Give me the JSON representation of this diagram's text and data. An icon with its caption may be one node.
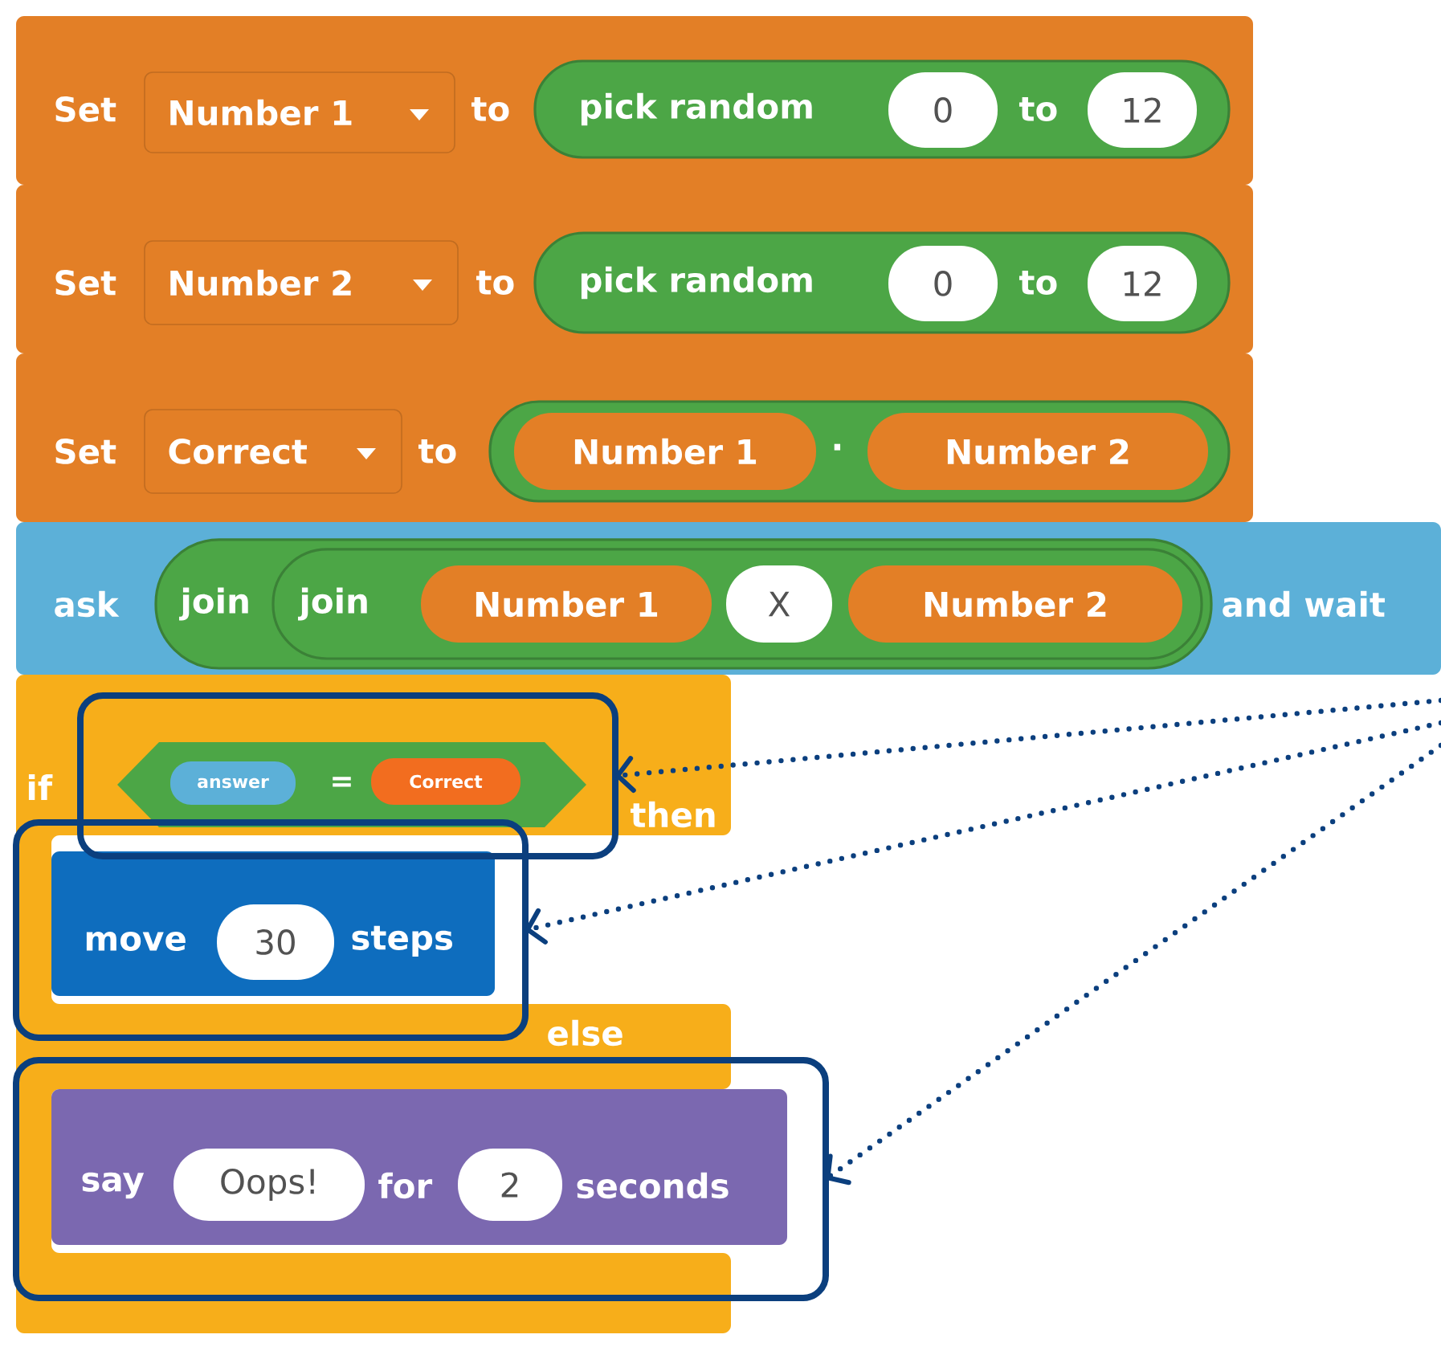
{
  "diagram": {
    "nodes": [
      {
        "text": [
          "Set",
          "to"
        ]
      },
      {
        "text": [
          "Number 1"
        ],
        "in": 0
      },
      {
        "text": [
          "pick random",
          "to"
        ],
        "in": 0
      },
      {
        "text": [
          "0"
        ],
        "in": 2
      },
      {
        "text": [
          "12"
        ],
        "in": 2
      },
      {
        "text": [
          "Set",
          "to"
        ]
      },
      {
        "text": [
          "Number 2"
        ],
        "in": 5
      },
      {
        "text": [
          "pick random",
          "to"
        ],
        "in": 5
      },
      {
        "text": [
          "0"
        ],
        "in": 7
      },
      {
        "text": [
          "12"
        ],
        "in": 7
      },
      {
        "text": [
          "Set",
          "to"
        ]
      },
      {
        "text": [
          "Correct"
        ],
        "in": 10
      },
      {
        "text": [
          "·"
        ],
        "in": 10
      },
      {
        "text": [
          "Number 1"
        ],
        "in": 12
      },
      {
        "text": [
          "Number 2"
        ],
        "in": 12
      },
      {
        "text": [
          "ask",
          "and wait"
        ]
      },
      {
        "text": [
          "join"
        ],
        "in": 15
      },
      {
        "text": [
          "join"
        ],
        "in": 16
      },
      {
        "text": [
          "Number 1"
        ],
        "in": 17
      },
      {
        "text": [
          "X"
        ],
        "in": 17
      },
      {
        "text": [
          "Number 2"
        ],
        "in": 17
      },
      {
        "text": [
          "if",
          "then",
          "else"
        ]
      },
      {
        "text": [],
        "shape": "box",
        "in": 21
      },
      {
        "text": [
          "="
        ],
        "in": 22
      },
      {
        "text": [
          "answer"
        ],
        "in": 23
      },
      {
        "text": [
          "Correct"
        ],
        "in": 23
      },
      {
        "text": [],
        "shape": "box"
      },
      {
        "text": [
          "move",
          "steps"
        ],
        "in": 26
      },
      {
        "text": [
          "30"
        ],
        "in": 27
      },
      {
        "text": [],
        "shape": "box"
      },
      {
        "text": [
          "say",
          "for",
          "seconds"
        ],
        "in": 29
      },
      {
        "text": [
          "Oops!"
        ],
        "in": 30
      },
      {
        "text": [
          "2"
        ],
        "in": 30
      }
    ],
    "edges": [
      {
        "from": null,
        "to": 22,
        "arrow": "to"
      },
      {
        "from": null,
        "to": 26,
        "arrow": "to"
      },
      {
        "from": null,
        "to": 29,
        "arrow": "to"
      }
    ]
  }
}
